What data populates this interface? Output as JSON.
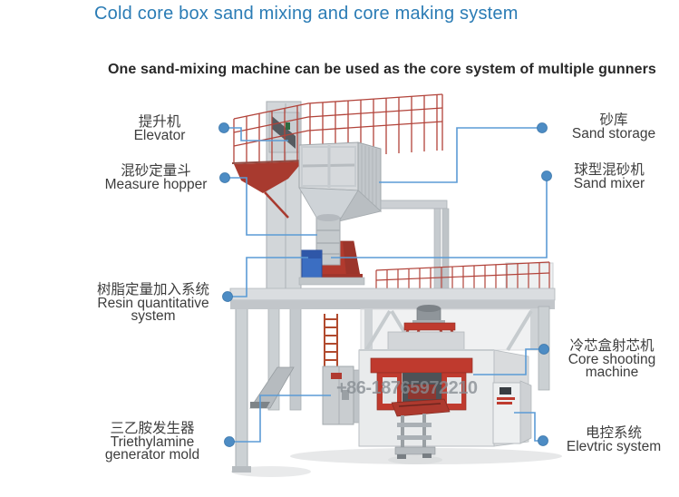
{
  "title": "Cold core box sand mixing and core making system",
  "subtitle": "One sand-mixing machine can be used as the core system of multiple gunners",
  "watermark": "+86-18765972210",
  "colors": {
    "title_blue": "#2b7cb5",
    "callout_line_blue": "#5b9bd5",
    "callout_dot_blue": "#4d8cc4",
    "machine_red": "#b03a2e",
    "motor_blue": "#3b6ec2",
    "machine_gray": "#d6d9dc"
  },
  "labels": {
    "left": [
      {
        "zh": "提升机",
        "en": "Elevator"
      },
      {
        "zh": "混砂定量斗",
        "en": "Measure hopper"
      },
      {
        "zh": "树脂定量加入系统",
        "en": "Resin quantitative",
        "en2": "system"
      },
      {
        "zh": "三乙胺发生器",
        "en": "Triethylamine",
        "en2": "generator mold"
      }
    ],
    "right": [
      {
        "zh": "砂库",
        "en": "Sand storage"
      },
      {
        "zh": "球型混砂机",
        "en": "Sand mixer"
      },
      {
        "zh": "冷芯盒射芯机",
        "en": "Core shooting",
        "en2": "machine"
      },
      {
        "zh": "电控系统",
        "en": "Elevtric system"
      }
    ]
  }
}
